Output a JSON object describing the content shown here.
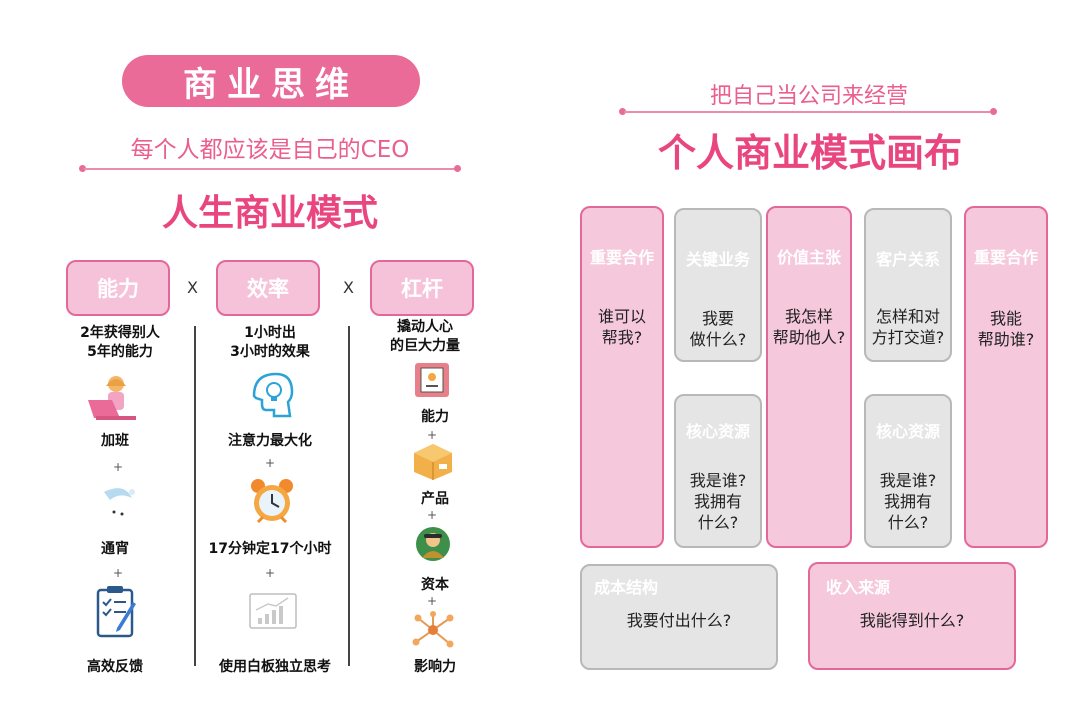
{
  "left": {
    "pill_title": "商业思维",
    "subtitle": "每个人都应该是自己的CEO",
    "main_title": "人生商业模式",
    "times_symbol": "X",
    "columns": [
      {
        "header": "能力",
        "desc": [
          "2年获得别人",
          "5年的能力"
        ],
        "items": [
          "加班",
          "通宵",
          "高效反馈"
        ]
      },
      {
        "header": "效率",
        "desc": [
          "1小时出",
          "3小时的效果"
        ],
        "items": [
          "注意力最大化",
          "17分钟定17个小时",
          "使用白板独立思考"
        ]
      },
      {
        "header": "杠杆",
        "desc": [
          "撬动人心",
          "的巨大力量"
        ],
        "items": [
          "能力",
          "产品",
          "资本",
          "影响力"
        ]
      }
    ],
    "plus": "+"
  },
  "right": {
    "pre_title": "把自己当公司来经营",
    "main_title": "个人商业模式画布",
    "cards": {
      "key_partners": {
        "head": "重要合作",
        "body": [
          "谁可以",
          "帮我?"
        ]
      },
      "key_activities": {
        "head": "关键业务",
        "body": [
          "我要",
          "做什么?"
        ]
      },
      "key_resources_1": {
        "head": "核心资源",
        "body": [
          "我是谁?",
          "我拥有",
          "什么?"
        ]
      },
      "value_prop": {
        "head": "价值主张",
        "body": [
          "我怎样",
          "帮助他人?"
        ]
      },
      "customer_rel": {
        "head": "客户关系",
        "body": [
          "怎样和对",
          "方打交道?"
        ]
      },
      "key_resources_2": {
        "head": "核心资源",
        "body": [
          "我是谁?",
          "我拥有",
          "什么?"
        ]
      },
      "customers": {
        "head": "重要合作",
        "body": [
          "我能",
          "帮助谁?"
        ]
      },
      "cost": {
        "head": "成本结构",
        "body": [
          "我要付出什么?"
        ]
      },
      "revenue": {
        "head": "收入来源",
        "body": [
          "我能得到什么?"
        ]
      }
    }
  },
  "colors": {
    "accent": "#ea6a98",
    "title_pink": "#e9457e",
    "card_pink": "#f6c8dc",
    "card_gray": "#e5e5e5"
  }
}
